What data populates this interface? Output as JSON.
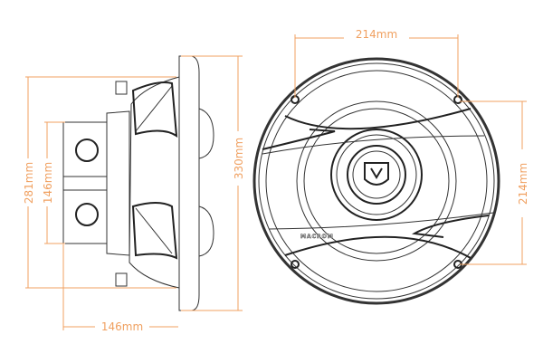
{
  "side_view": {
    "dimensions": {
      "mounting_height": "281mm",
      "magnet_diameter": "146mm",
      "outer_diameter": "330mm",
      "mounting_depth": "146mm"
    }
  },
  "front_view": {
    "brand": "MACROM",
    "dimensions": {
      "hole_spacing_horizontal": "214mm",
      "hole_spacing_vertical": "214mm"
    }
  },
  "colors": {
    "dimension": "#f0a060",
    "outline": "#333333"
  }
}
